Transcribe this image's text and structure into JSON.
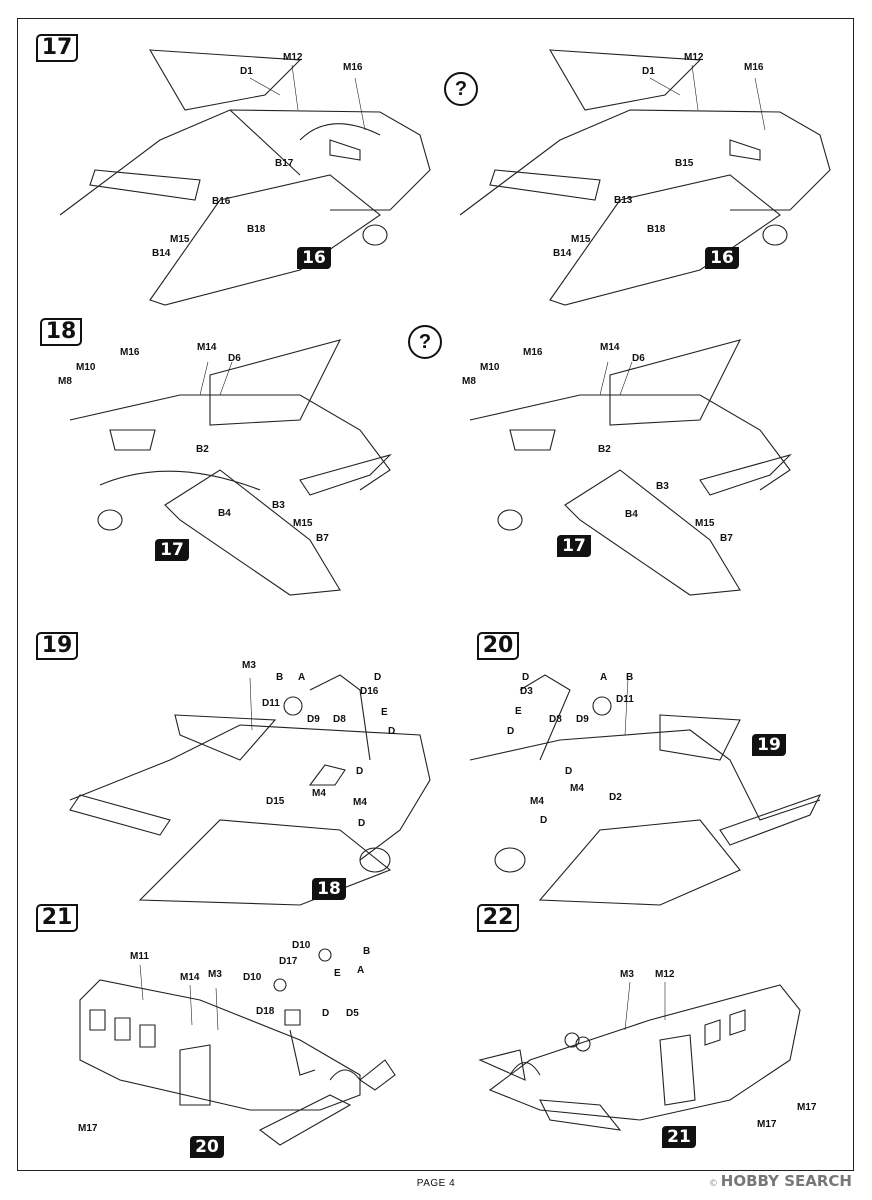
{
  "page_label": "PAGE 4",
  "watermark": "HOBBY SEARCH",
  "watermark_prefix": "© ",
  "question_mark": "?",
  "steps": [
    {
      "number": "17",
      "ref": "16",
      "labels": [
        "D1",
        "M12",
        "M16",
        "B17",
        "B16",
        "B18",
        "M15",
        "B14"
      ]
    },
    {
      "number": "17",
      "ref": "16",
      "labels": [
        "D1",
        "M12",
        "M16",
        "B15",
        "B13",
        "B18",
        "M15",
        "B14"
      ]
    },
    {
      "number": "18",
      "ref": "17",
      "labels": [
        "M14",
        "D6",
        "M16",
        "M10",
        "M8",
        "B2",
        "B3",
        "B4",
        "M15",
        "B7"
      ]
    },
    {
      "number": "18",
      "ref": "17",
      "labels": [
        "M14",
        "D6",
        "M16",
        "M10",
        "M8",
        "B2",
        "B3",
        "B4",
        "M15",
        "B7"
      ]
    },
    {
      "number": "19",
      "ref": "18",
      "labels": [
        "M3",
        "B",
        "A",
        "D",
        "D16",
        "D11",
        "D9",
        "D8",
        "E",
        "D",
        "D",
        "M4",
        "M4",
        "D15",
        "D"
      ]
    },
    {
      "number": "20",
      "ref": "19",
      "labels": [
        "D",
        "A",
        "B",
        "D3",
        "D11",
        "D8",
        "D9",
        "E",
        "D",
        "D",
        "M4",
        "M4",
        "D2",
        "D"
      ]
    },
    {
      "number": "21",
      "ref": "20",
      "labels": [
        "M11",
        "M14",
        "M3",
        "D10",
        "B",
        "D17",
        "E",
        "A",
        "D10",
        "D18",
        "D",
        "D5",
        "M17"
      ]
    },
    {
      "number": "22",
      "ref": "21",
      "labels": [
        "M3",
        "M12",
        "M17",
        "M17"
      ]
    }
  ]
}
